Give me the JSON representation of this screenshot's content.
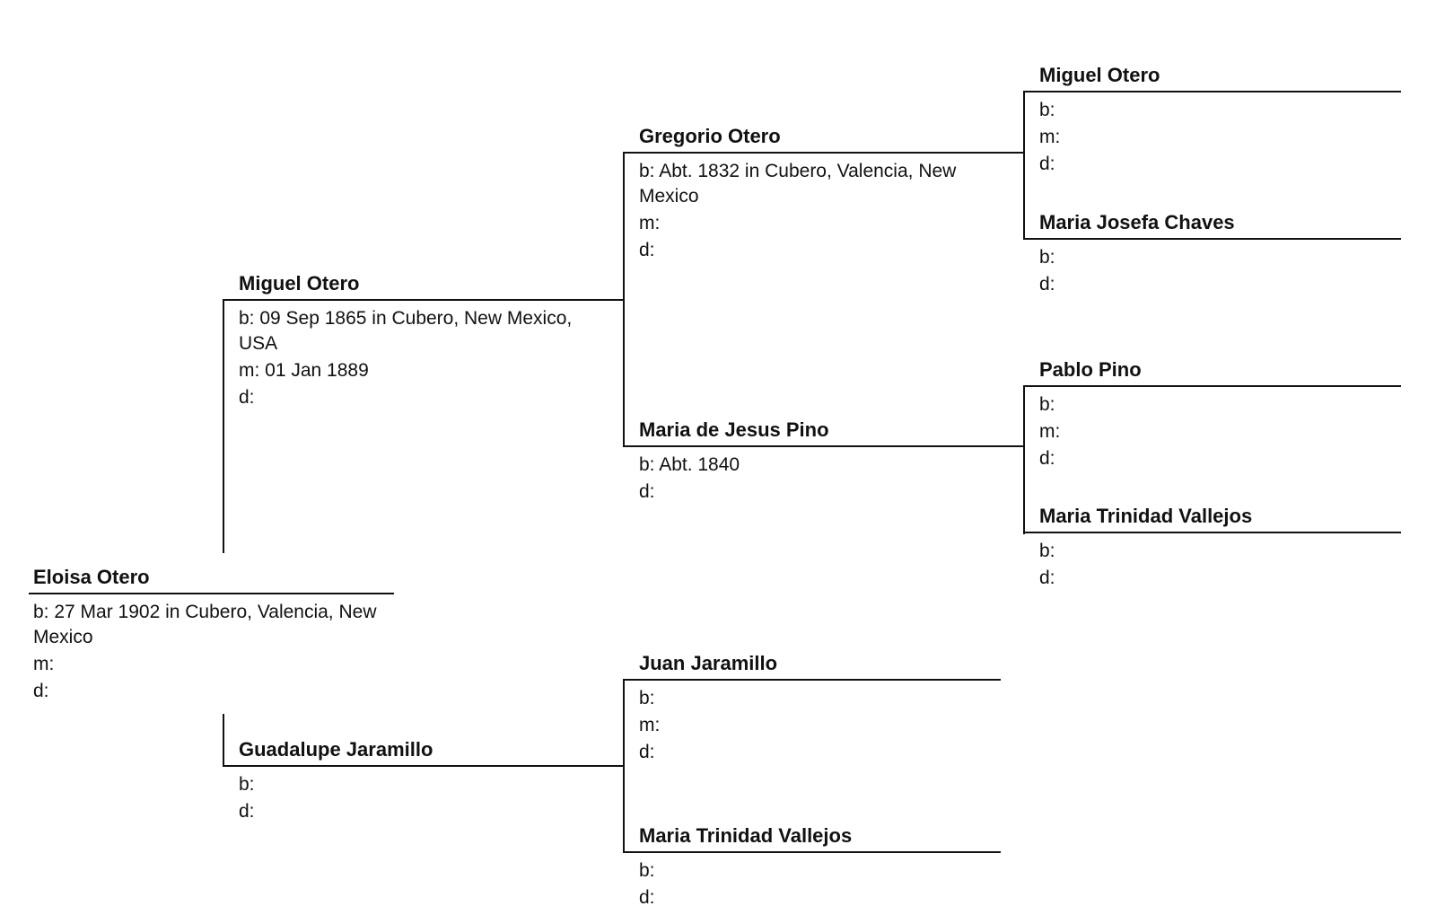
{
  "people": {
    "root": {
      "name": "Eloisa Otero",
      "born": "b: 27 Mar 1902 in Cubero, Valencia, New Mexico",
      "married": "m:",
      "died": "d:"
    },
    "father": {
      "name": "Miguel Otero",
      "born": "b: 09 Sep 1865 in Cubero, New Mexico, USA",
      "married": "m: 01 Jan 1889",
      "died": "d:"
    },
    "mother": {
      "name": "Guadalupe Jaramillo",
      "born": "b:",
      "died": "d:"
    },
    "paternal_grandfather": {
      "name": "Gregorio Otero",
      "born": "b: Abt. 1832 in Cubero, Valencia, New Mexico",
      "married": "m:",
      "died": "d:"
    },
    "paternal_grandmother": {
      "name": "Maria de Jesus Pino",
      "born": "b: Abt. 1840",
      "died": "d:"
    },
    "maternal_grandfather": {
      "name": "Juan Jaramillo",
      "born": "b:",
      "married": "m:",
      "died": "d:"
    },
    "maternal_grandmother": {
      "name": "Maria Trinidad Vallejos",
      "born": "b:",
      "died": "d:"
    },
    "ggf_1": {
      "name": "Miguel Otero",
      "born": "b:",
      "married": "m:",
      "died": "d:"
    },
    "ggm_1": {
      "name": "Maria Josefa Chaves",
      "born": "b:",
      "died": "d:"
    },
    "ggf_2": {
      "name": "Pablo Pino",
      "born": "b:",
      "married": "m:",
      "died": "d:"
    },
    "ggm_2": {
      "name": "Maria Trinidad Vallejos",
      "born": "b:",
      "died": "d:"
    }
  }
}
